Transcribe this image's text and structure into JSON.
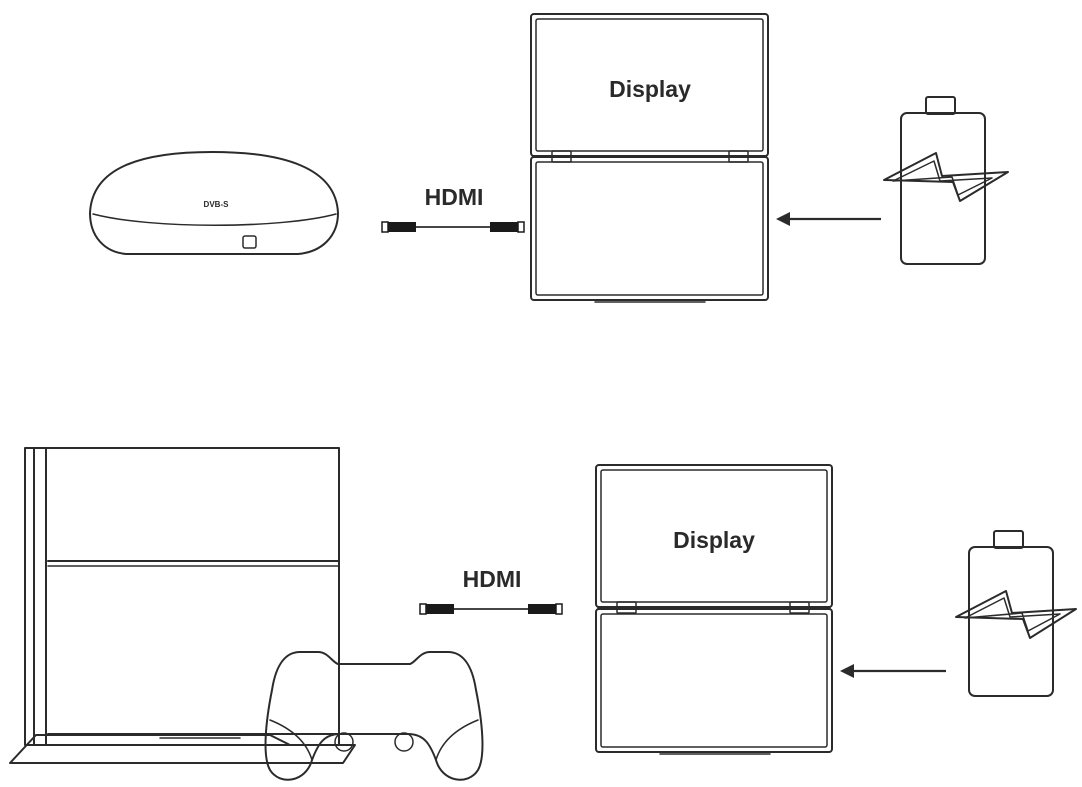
{
  "setups": [
    {
      "source_device": "tv-box",
      "source_logo_text": "DVB-S",
      "cable_label": "HDMI",
      "display_top_label": "Display",
      "power_icon": "battery-charging-icon"
    },
    {
      "source_device": "game-console-with-controller",
      "cable_label": "HDMI",
      "display_top_label": "Display",
      "power_icon": "battery-charging-icon"
    }
  ],
  "colors": {
    "line": "#2b2b2b",
    "text": "#2a2a2a",
    "background": "#ffffff"
  }
}
